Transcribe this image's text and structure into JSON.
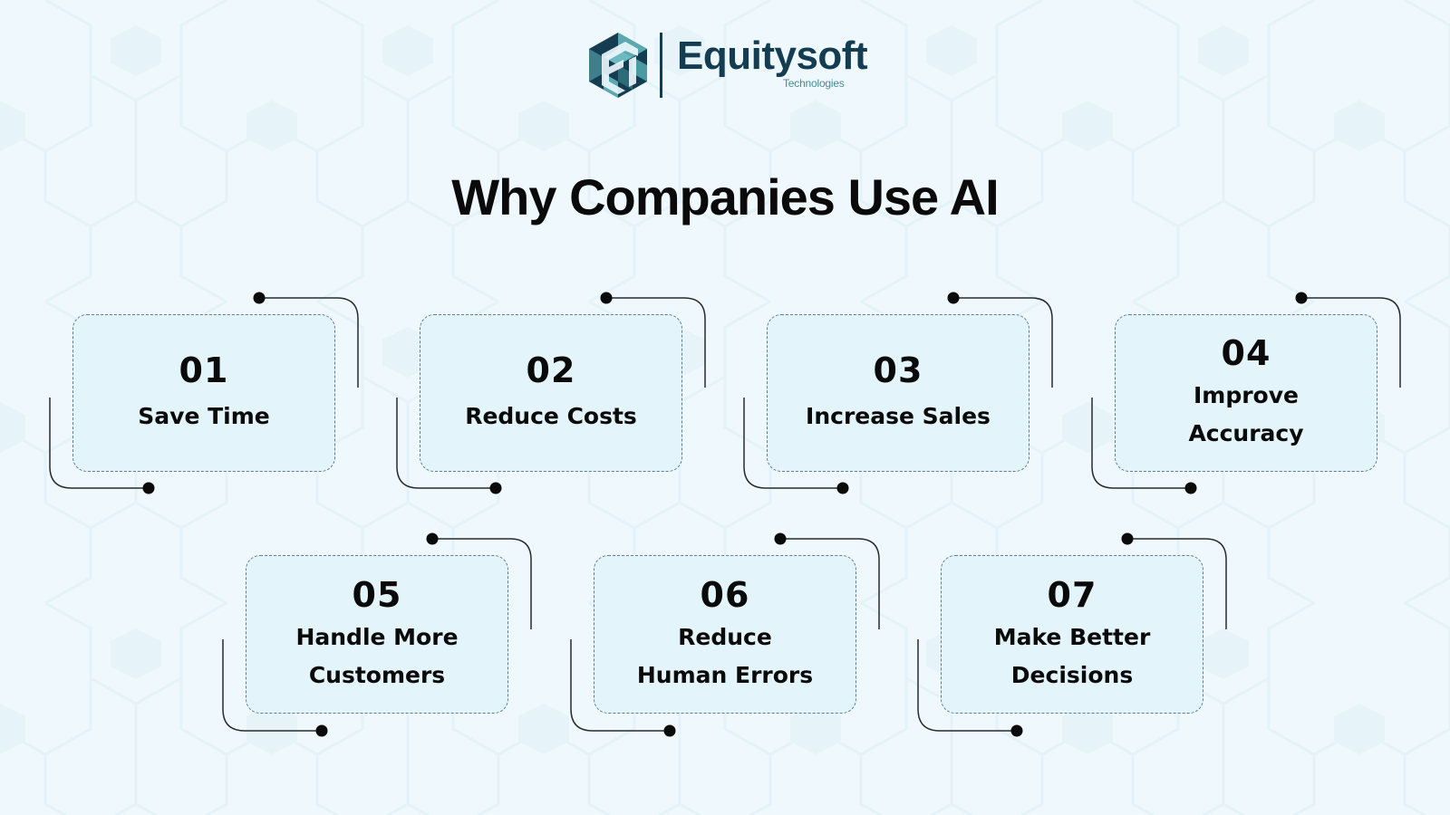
{
  "logo": {
    "name": "Equitysoft",
    "subtitle": "Technologies",
    "icon": "hexagon-es-monogram-icon",
    "colors": {
      "dark": "#153d52",
      "teal": "#5aa8b0",
      "sub": "#4a8a98"
    }
  },
  "title": "Why Companies Use AI",
  "colors": {
    "background": "#eef8fd",
    "card_fill": "#e3f4fb",
    "card_border": "#5c7d8e",
    "connector": "#2a2a2a",
    "text": "#0a0a0a"
  },
  "cards": [
    {
      "number": "01",
      "label": "Save Time"
    },
    {
      "number": "02",
      "label": "Reduce Costs"
    },
    {
      "number": "03",
      "label": "Increase Sales"
    },
    {
      "number": "04",
      "label": "Improve\nAccuracy"
    },
    {
      "number": "05",
      "label": "Handle More\nCustomers"
    },
    {
      "number": "06",
      "label": "Reduce\nHuman Errors"
    },
    {
      "number": "07",
      "label": "Make Better\nDecisions"
    }
  ]
}
